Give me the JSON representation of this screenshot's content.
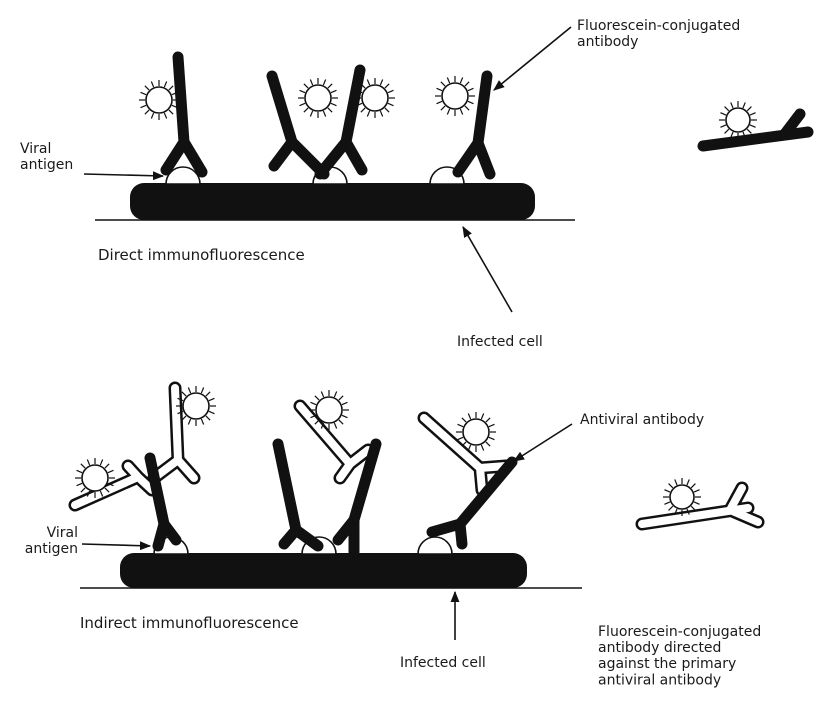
{
  "panels": {
    "direct": {
      "title": "Direct immunofluorescence",
      "viral_antigen_label": "Viral\nantigen",
      "infected_cell_label": "Infected cell",
      "conjugate_label": "Fluorescein-conjugated\nantibody"
    },
    "indirect": {
      "title": "Indirect immunofluorescence",
      "viral_antigen_label": "Viral\nantigen",
      "infected_cell_label": "Infected cell",
      "antiviral_label": "Antiviral antibody",
      "conjugate_label": "Fluorescein-conjugated\nantibody directed\nagainst the primary\nantiviral antibody"
    }
  }
}
